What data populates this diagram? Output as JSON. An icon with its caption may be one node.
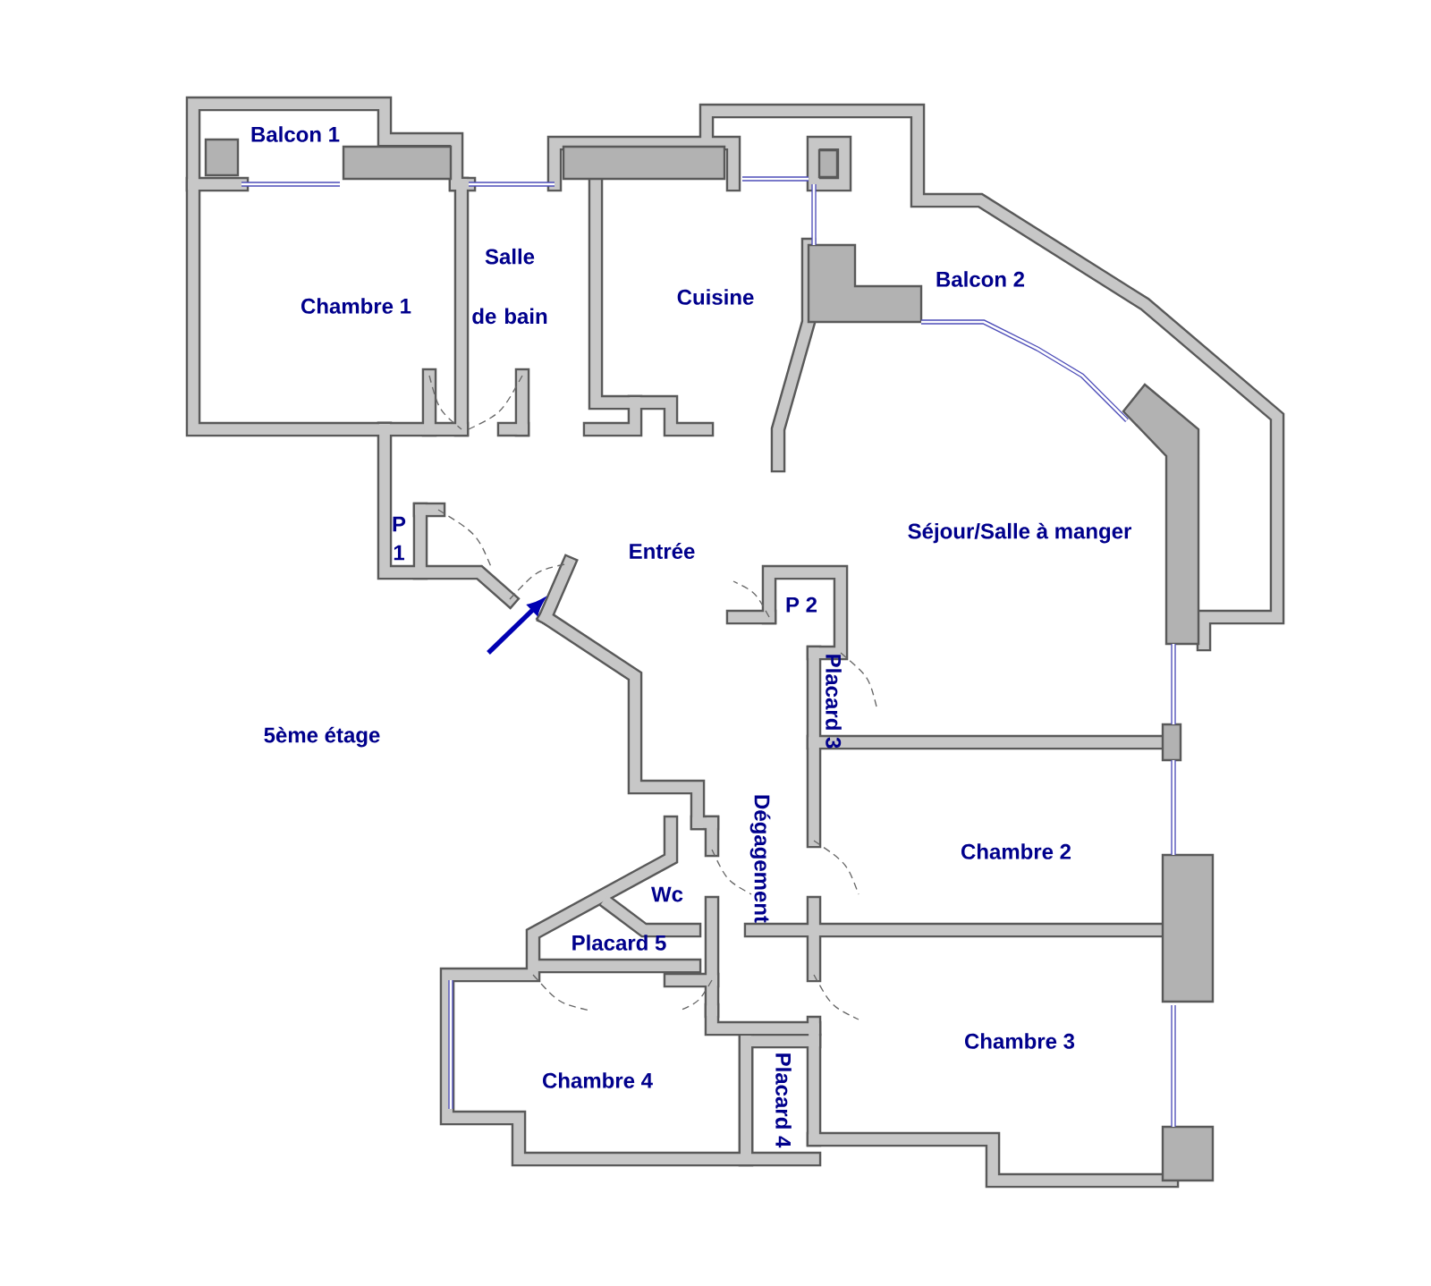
{
  "diagram": {
    "labels": [
      "Balcon 1",
      "Salle de bain",
      "Chambre 1",
      "Cuisine",
      "Balcon 2",
      "P 1",
      "Entrée",
      "Séjour/Salle à manger",
      "P 2",
      "Placard 3",
      "5ème étage",
      "Dégagement",
      "Chambre 2",
      "Wc",
      "Placard 5",
      "Chambre 3",
      "Chambre 4",
      "Placard 4"
    ]
  }
}
